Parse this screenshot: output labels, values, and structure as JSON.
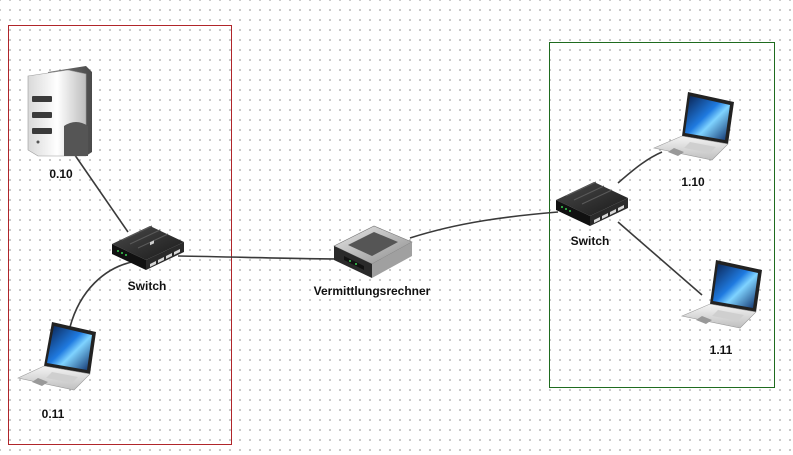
{
  "nodes": {
    "server": {
      "label": "0.10"
    },
    "laptop_left": {
      "label": "0.11"
    },
    "switch_left": {
      "label": "Switch"
    },
    "router": {
      "label": "Vermittlungsrechner"
    },
    "switch_right": {
      "label": "Switch"
    },
    "laptop_right_top": {
      "label": "1.10"
    },
    "laptop_right_bottom": {
      "label": "1.11"
    }
  },
  "zones": {
    "left": {
      "border_color": "#b0252a"
    },
    "right": {
      "border_color": "#1f6b1f"
    }
  },
  "colors": {
    "link": "#3a3a3a",
    "grid_dot": "#b8b8b8"
  }
}
